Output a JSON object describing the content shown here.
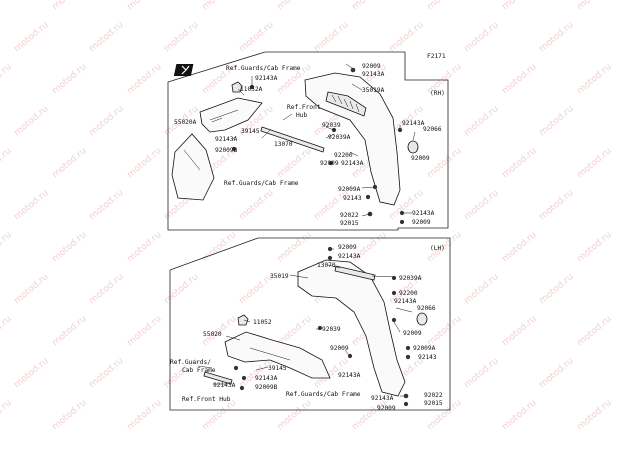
{
  "watermark": "motod.ru",
  "figure_id": "F2171",
  "top_section": {
    "side_label": "(RH)",
    "labels": {
      "ref_guards_top": "Ref.Guards/Cab Frame",
      "p92143A_a": "92143A",
      "p11052A": "11052A",
      "ref_front_hub": "Ref.Front",
      "hub": "Hub",
      "p55020A": "55020A",
      "p39145": "39145",
      "p92143A_b": "92143A",
      "p92009B": "92009B",
      "p13070": "13070",
      "ref_guards_bottom": "Ref.Guards/Cab Frame",
      "p92009_top": "92009",
      "p92143A_top": "92143A",
      "p35019A": "35019A",
      "p92039": "92039",
      "p92039A": "92039A",
      "p92143A_r": "92143A",
      "p92066": "92066",
      "p92200": "92200",
      "p92009_mid": "92009",
      "p92143A_mid": "92143A",
      "p92009_r": "92009",
      "p92009A": "92009A",
      "p92143": "92143",
      "p92022": "92022",
      "p92015": "92015",
      "p92143A_low": "92143A",
      "p92009_low": "92009"
    }
  },
  "bottom_section": {
    "side_label": "(LH)",
    "labels": {
      "p92009_top": "92009",
      "p92143A_top": "92143A",
      "p13070": "13070",
      "p35019": "35019",
      "p92039A": "92039A",
      "p92200": "92200",
      "p92143A_a": "92143A",
      "p92066": "92066",
      "p11052": "11052",
      "p92039": "92039",
      "p92009_r": "92009",
      "p55020": "55020",
      "p92009A": "92009A",
      "p92143": "92143",
      "p92009_mid": "92009",
      "ref_guards_left": "Ref.Guards/",
      "cab_frame": "Cab Frame",
      "p39145": "39145",
      "p92143A_mid": "92143A",
      "p92143A_b": "92143A",
      "p92143A_c": "92143A",
      "p92009B": "92009B",
      "ref_front_hub": "Ref.Front Hub",
      "ref_guards_bottom": "Ref.Guards/Cab Frame",
      "p92143A_low": "92143A",
      "p92022": "92022",
      "p92015": "92015",
      "p92009_low": "92009"
    }
  }
}
